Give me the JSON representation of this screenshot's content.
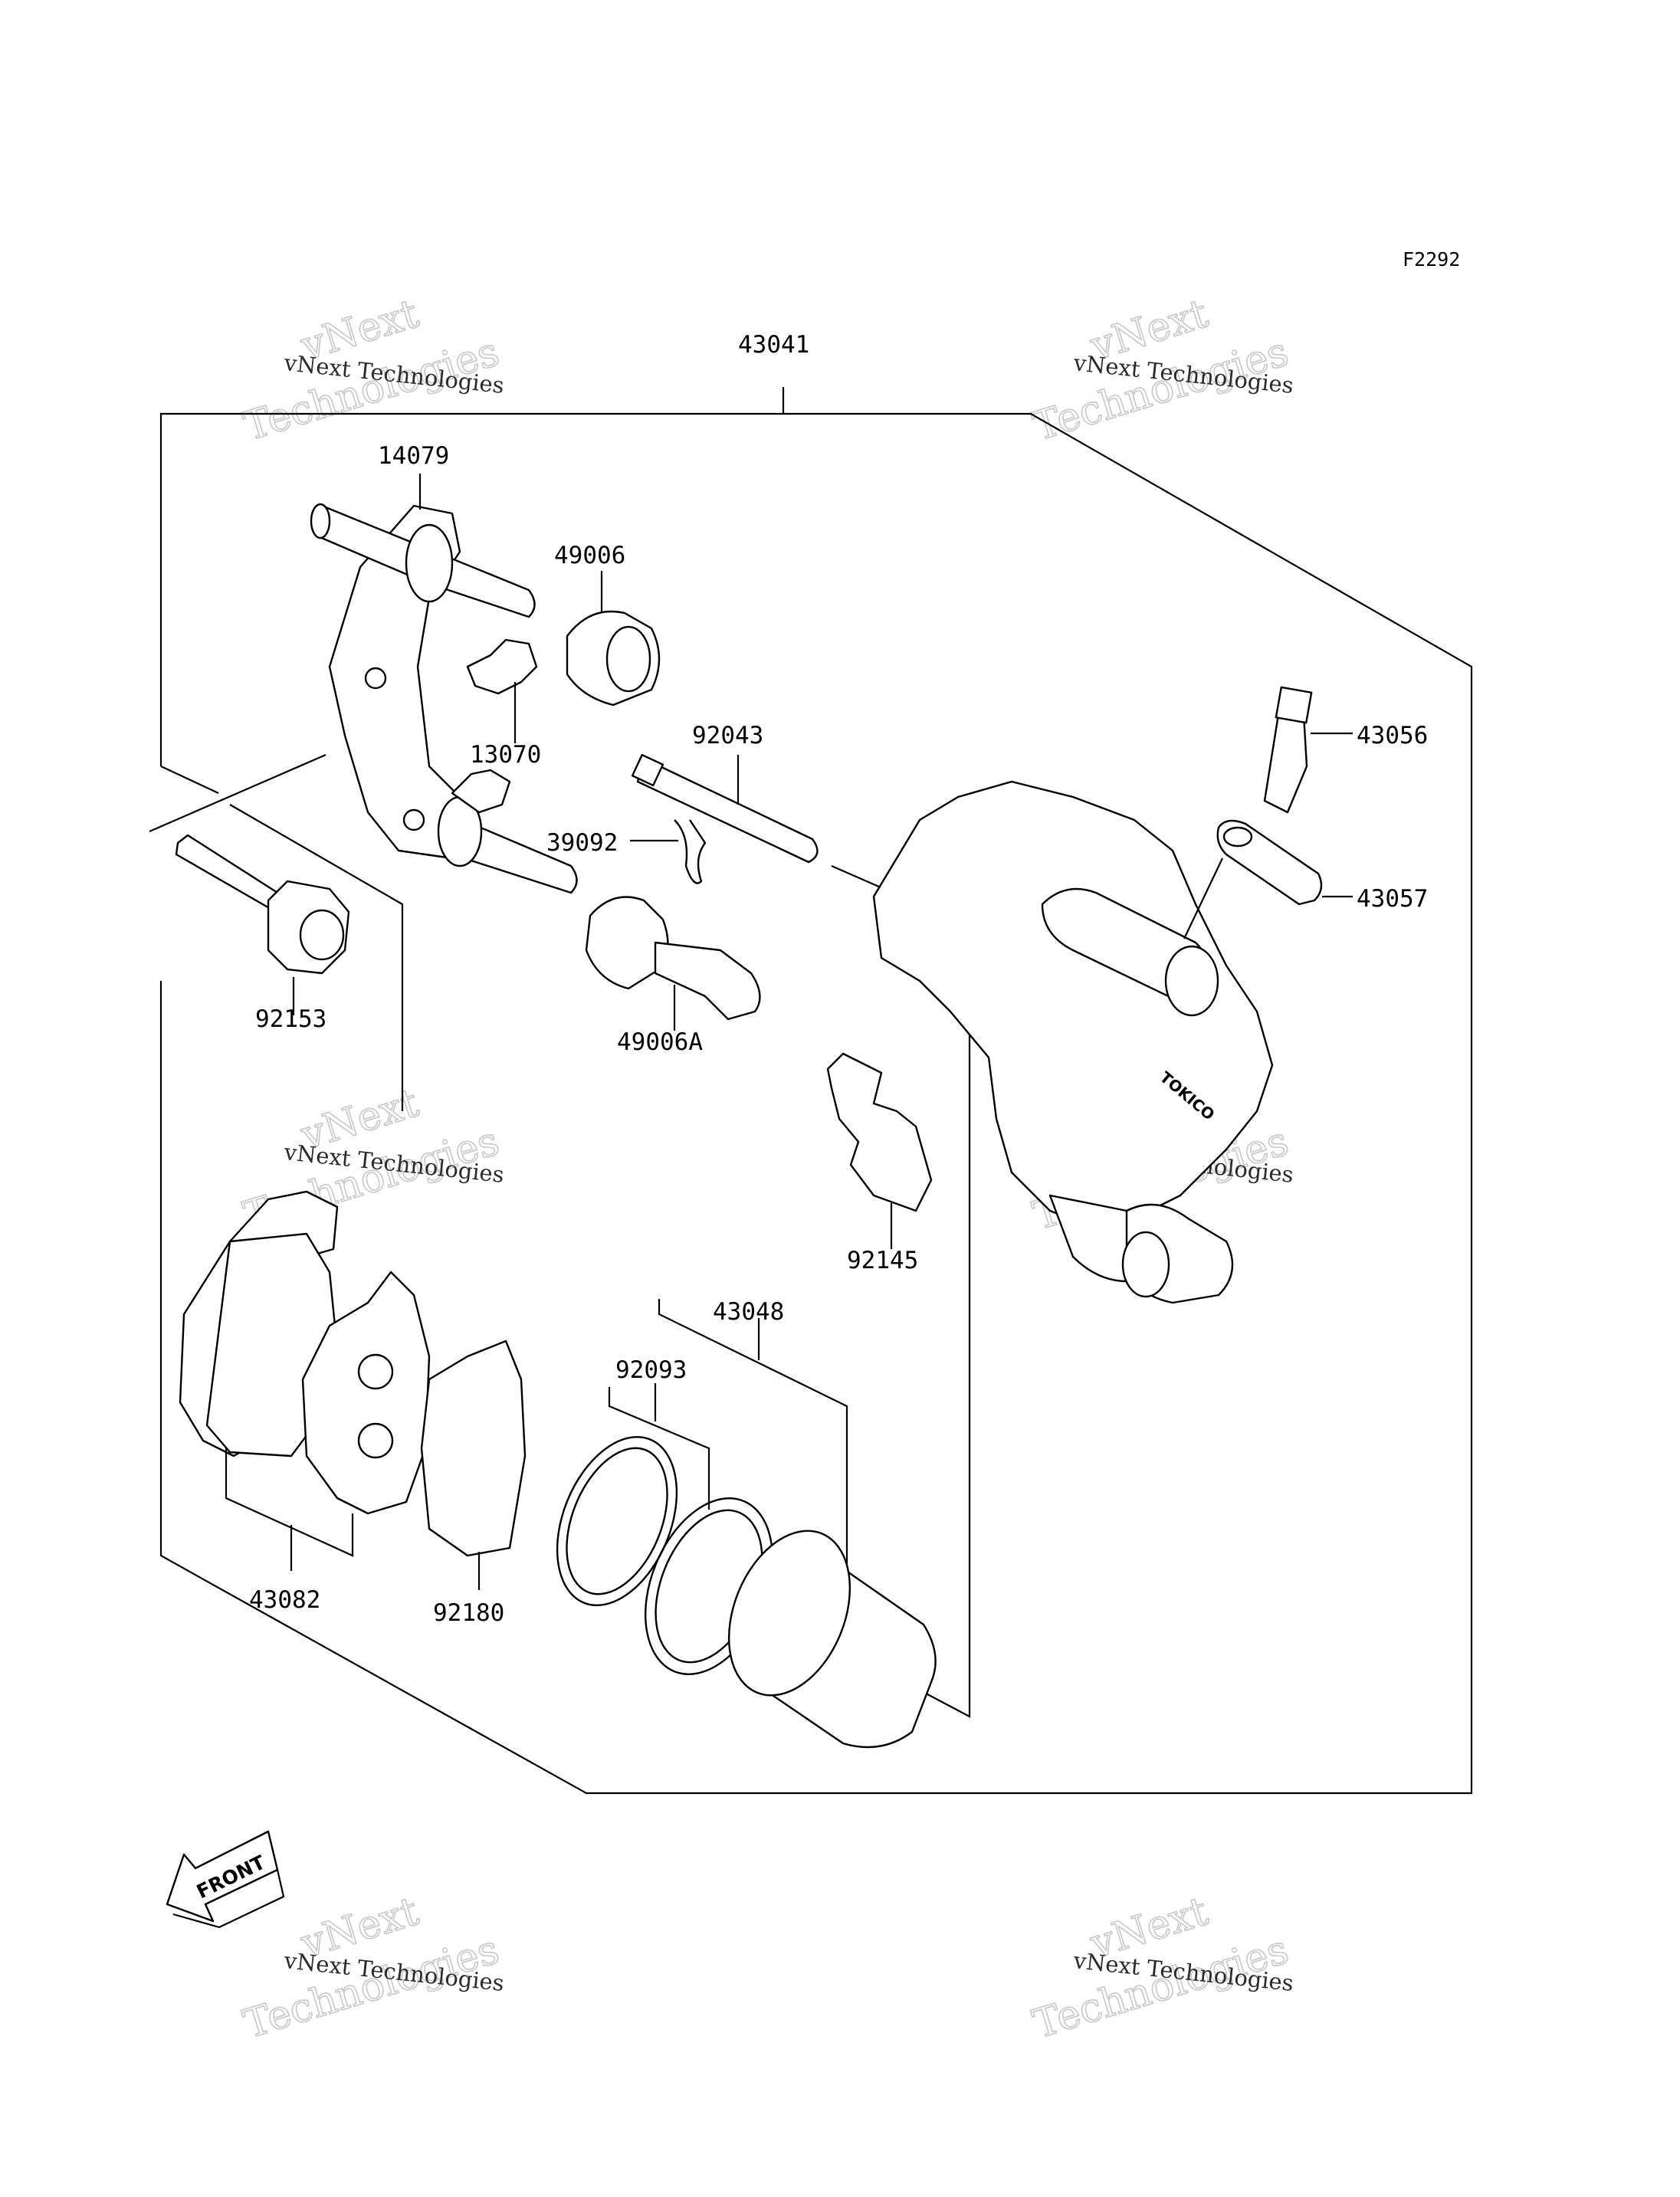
{
  "figure_code": "F2292",
  "watermark": {
    "small": "vNext Technologies",
    "big_line1": "vNext",
    "big_line2": "Technologies"
  },
  "direction_label": "FRONT",
  "parts": {
    "p43041": "43041",
    "p14079": "14079",
    "p49006": "49006",
    "p13070": "13070",
    "p92043": "92043",
    "p39092": "39092",
    "p92153": "92153",
    "p49006A": "49006A",
    "p43056": "43056",
    "p43057": "43057",
    "p92145": "92145",
    "p43048": "43048",
    "p92093": "92093",
    "p43082": "43082",
    "p92180": "92180"
  }
}
